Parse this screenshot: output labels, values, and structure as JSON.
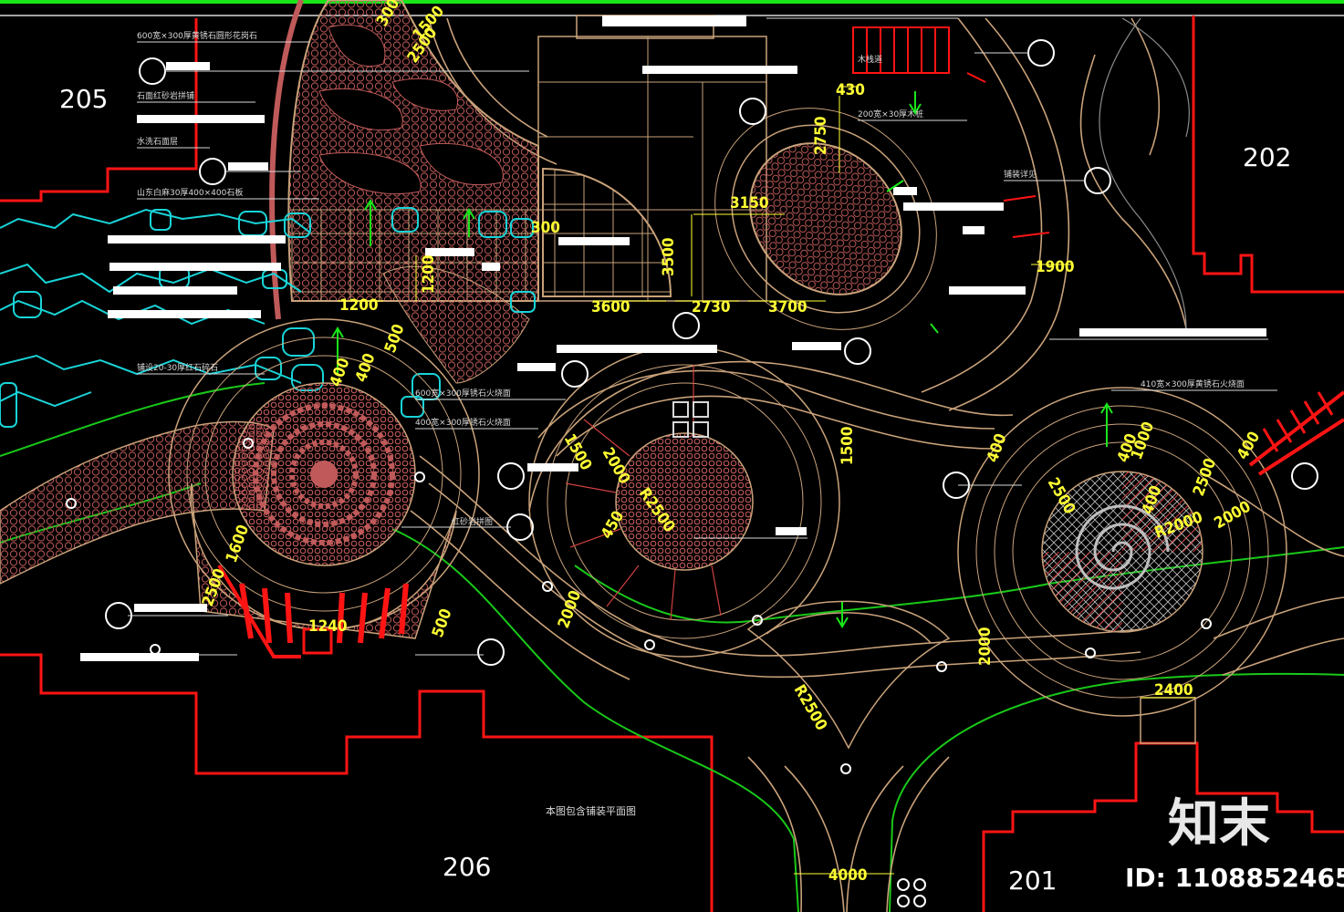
{
  "colors": {
    "background": "#000000",
    "boundary_red": "#ff1414",
    "path_tan": "#c9a27a",
    "paving_red": "#c05a5a",
    "rock_cyan": "#19d4d8",
    "green_line": "#19c819",
    "dimension_yellow": "#ffff33",
    "label_bar_white": "#ffffff"
  },
  "lot_labels": [
    "205",
    "202",
    "206",
    "201"
  ],
  "dimensions": [
    "300",
    "1500",
    "2500",
    "430",
    "2750",
    "3150",
    "300",
    "3500",
    "1200",
    "1200",
    "3600",
    "2730",
    "3700",
    "1900",
    "400",
    "400",
    "1500",
    "2000",
    "R2500",
    "450",
    "1500",
    "500",
    "1600",
    "2500",
    "1240",
    "500",
    "2000",
    "400",
    "2500",
    "400",
    "R2000",
    "400",
    "1000",
    "2500",
    "2000",
    "2000",
    "R2500",
    "2400",
    "4000",
    "400"
  ],
  "annotation_notes": [
    "600宽×300厚黄锈石圆形花岗石",
    "石面红砂岩拼铺",
    "水洗石面层",
    "山东白麻30厚400×400石板",
    "铺设20-30厚红石碎石",
    "600宽×300厚锈石火烧面",
    "400宽×300厚锈石火烧面",
    "红砂岩拼图",
    "木栈道",
    "200宽×30厚木桩",
    "铺装详见",
    "410宽×300厚黄锈石火烧面",
    "本图包含铺装平面图"
  ],
  "bottom_note": "本图包含铺装平面图",
  "watermark": {
    "logo": "知末",
    "id_text": "ID: 1108852465"
  }
}
